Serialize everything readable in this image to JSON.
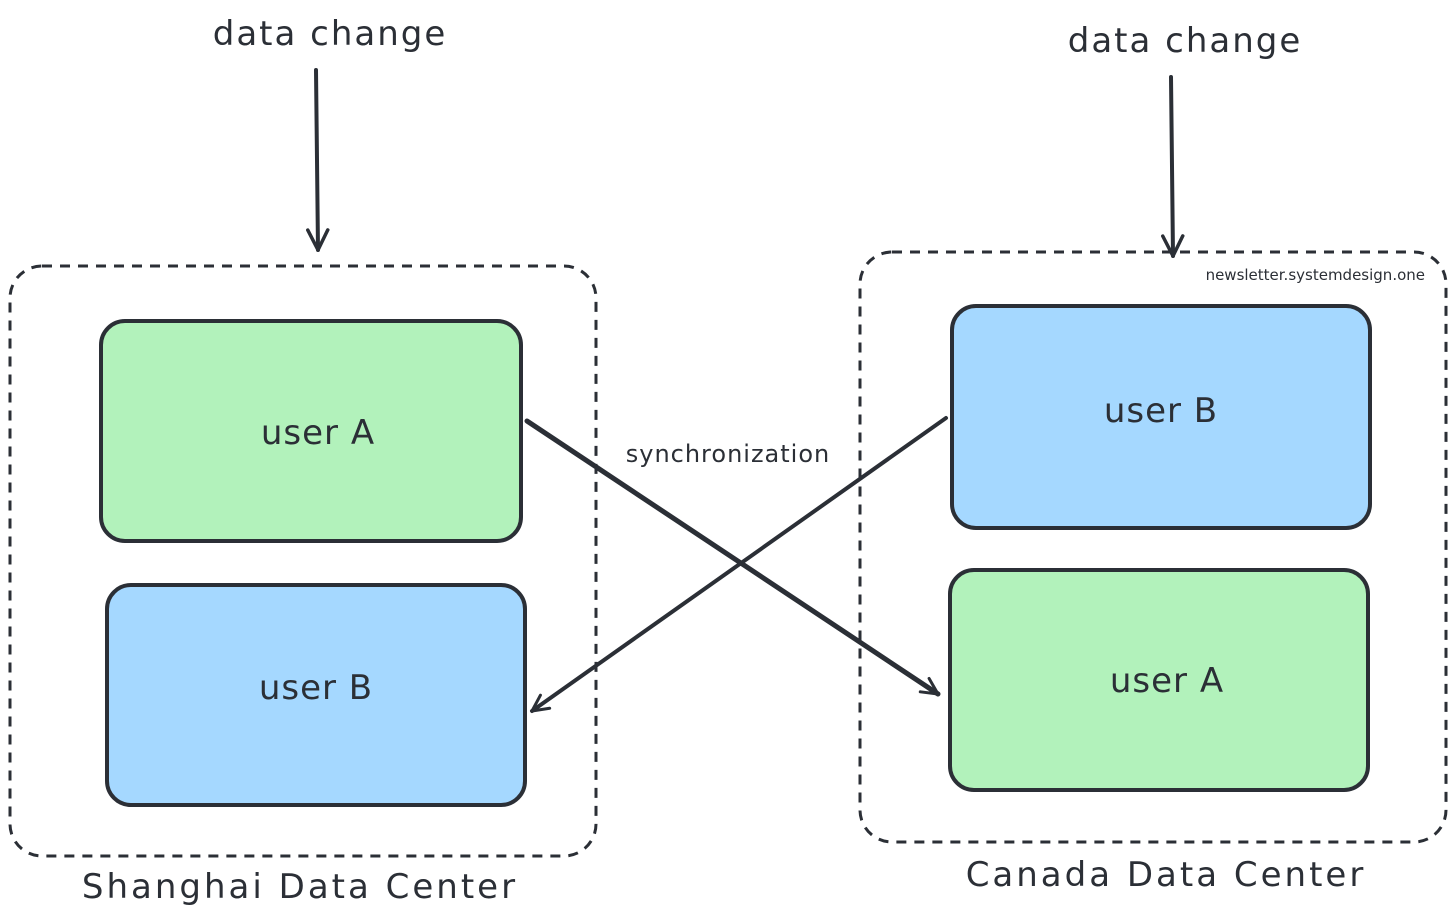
{
  "top_labels": {
    "left": "data change",
    "right": "data change"
  },
  "datacenters": {
    "shanghai": {
      "label": "Shanghai Data Center",
      "boxes": [
        {
          "label": "user A",
          "color": "#b2f2bb"
        },
        {
          "label": "user B",
          "color": "#a5d8ff"
        }
      ]
    },
    "canada": {
      "label": "Canada Data Center",
      "boxes": [
        {
          "label": "user B",
          "color": "#a5d8ff"
        },
        {
          "label": "user A",
          "color": "#b2f2bb"
        }
      ]
    }
  },
  "sync_label": "synchronization",
  "watermark": "newsletter.systemdesign.one",
  "colors": {
    "stroke": "#2b2f36",
    "green": "#b2f2bb",
    "blue": "#a5d8ff"
  }
}
